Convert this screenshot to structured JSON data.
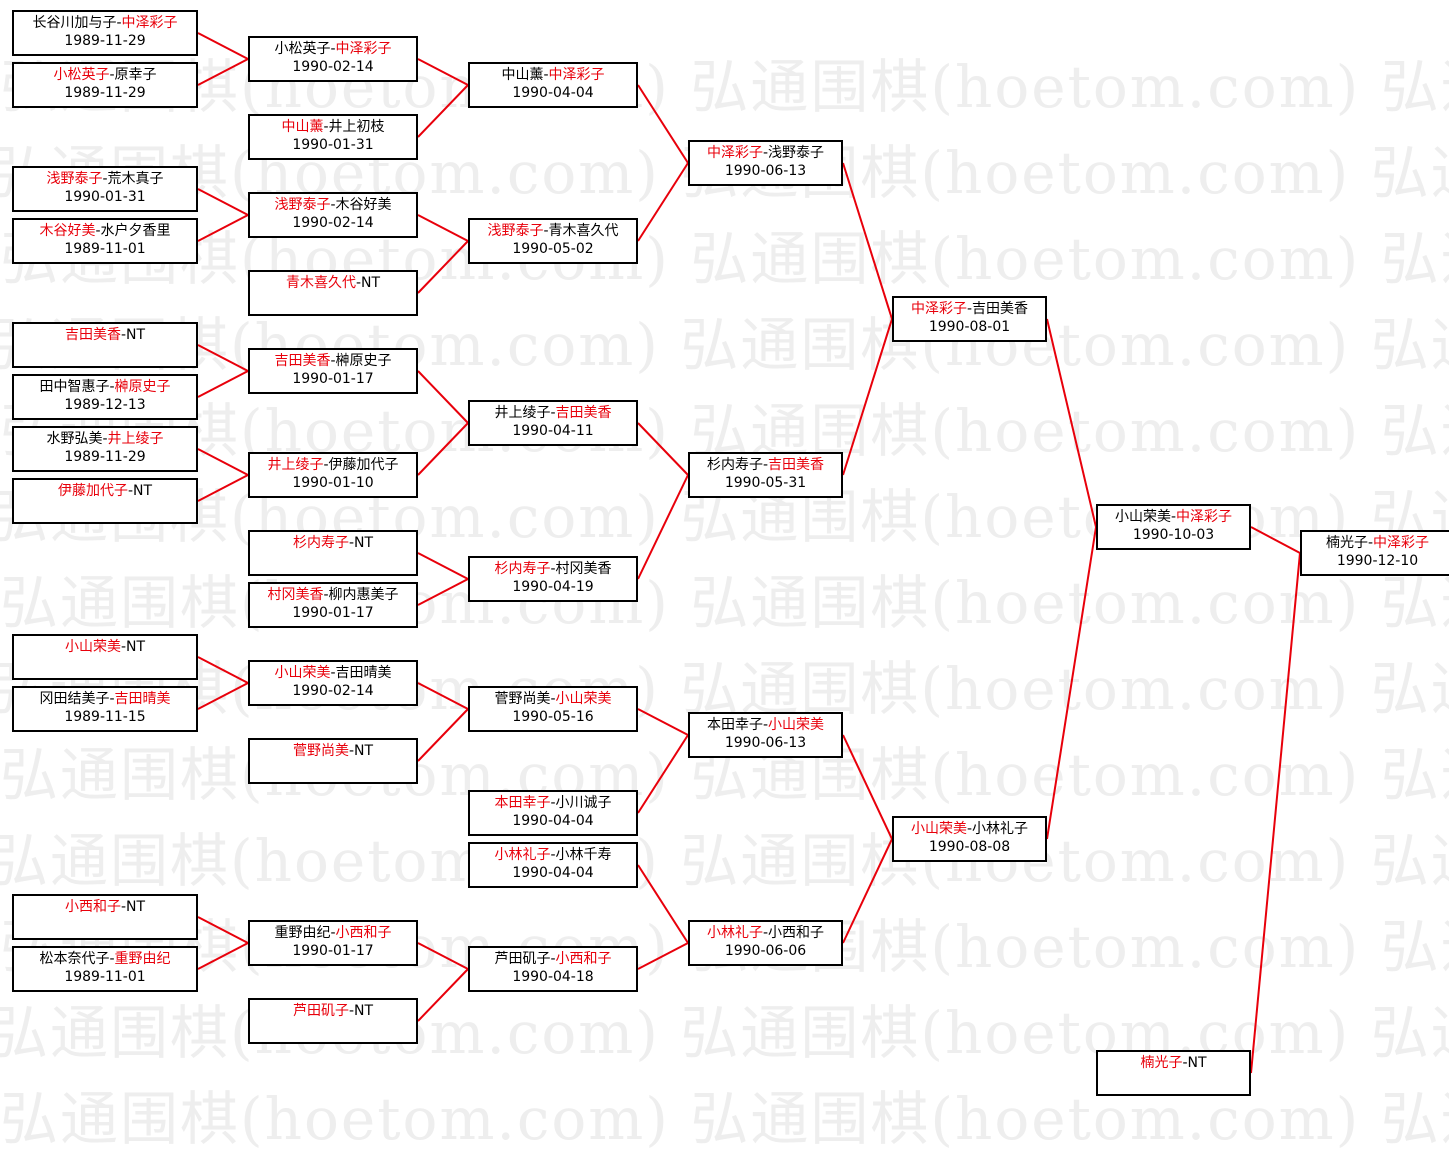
{
  "watermark": "弘通围棋(hoetom.com)",
  "colors": {
    "winner": "#e8000b",
    "line": "#e8000b",
    "border": "#000000"
  },
  "matches": [
    {
      "id": "r1-1",
      "p1": "长谷川加与子",
      "p2": "中泽彩子",
      "winner": 2,
      "date": "1989-11-29"
    },
    {
      "id": "r1-2",
      "p1": "小松英子",
      "p2": "原幸子",
      "winner": 1,
      "date": "1989-11-29"
    },
    {
      "id": "r1-3",
      "p1": "浅野泰子",
      "p2": "荒木真子",
      "winner": 1,
      "date": "1990-01-31"
    },
    {
      "id": "r1-4",
      "p1": "木谷好美",
      "p2": "水户夕香里",
      "winner": 1,
      "date": "1989-11-01"
    },
    {
      "id": "r1-5",
      "p1": "吉田美香",
      "p2": "NT",
      "winner": 1,
      "date": ""
    },
    {
      "id": "r1-6",
      "p1": "田中智惠子",
      "p2": "榊原史子",
      "winner": 2,
      "date": "1989-12-13"
    },
    {
      "id": "r1-7",
      "p1": "水野弘美",
      "p2": "井上绫子",
      "winner": 2,
      "date": "1989-11-29"
    },
    {
      "id": "r1-8",
      "p1": "伊藤加代子",
      "p2": "NT",
      "winner": 1,
      "date": ""
    },
    {
      "id": "r1-9",
      "p1": "小山荣美",
      "p2": "NT",
      "winner": 1,
      "date": ""
    },
    {
      "id": "r1-10",
      "p1": "冈田结美子",
      "p2": "吉田晴美",
      "winner": 2,
      "date": "1989-11-15"
    },
    {
      "id": "r1-11",
      "p1": "小西和子",
      "p2": "NT",
      "winner": 1,
      "date": ""
    },
    {
      "id": "r1-12",
      "p1": "松本奈代子",
      "p2": "重野由纪",
      "winner": 2,
      "date": "1989-11-01"
    },
    {
      "id": "r2-1",
      "p1": "小松英子",
      "p2": "中泽彩子",
      "winner": 2,
      "date": "1990-02-14"
    },
    {
      "id": "r2-2",
      "p1": "中山薰",
      "p2": "井上初枝",
      "winner": 1,
      "date": "1990-01-31"
    },
    {
      "id": "r2-3",
      "p1": "浅野泰子",
      "p2": "木谷好美",
      "winner": 1,
      "date": "1990-02-14"
    },
    {
      "id": "r2-4",
      "p1": "青木喜久代",
      "p2": "NT",
      "winner": 1,
      "date": ""
    },
    {
      "id": "r2-5",
      "p1": "吉田美香",
      "p2": "榊原史子",
      "winner": 1,
      "date": "1990-01-17"
    },
    {
      "id": "r2-6",
      "p1": "井上绫子",
      "p2": "伊藤加代子",
      "winner": 1,
      "date": "1990-01-10"
    },
    {
      "id": "r2-7",
      "p1": "杉内寿子",
      "p2": "NT",
      "winner": 1,
      "date": ""
    },
    {
      "id": "r2-8",
      "p1": "村冈美香",
      "p2": "柳内惠美子",
      "winner": 1,
      "date": "1990-01-17"
    },
    {
      "id": "r2-9",
      "p1": "小山荣美",
      "p2": "吉田晴美",
      "winner": 1,
      "date": "1990-02-14"
    },
    {
      "id": "r2-10",
      "p1": "菅野尚美",
      "p2": "NT",
      "winner": 1,
      "date": ""
    },
    {
      "id": "r2-11",
      "p1": "重野由纪",
      "p2": "小西和子",
      "winner": 2,
      "date": "1990-01-17"
    },
    {
      "id": "r2-12",
      "p1": "芦田矶子",
      "p2": "NT",
      "winner": 1,
      "date": ""
    },
    {
      "id": "r3-1",
      "p1": "中山薰",
      "p2": "中泽彩子",
      "winner": 2,
      "date": "1990-04-04"
    },
    {
      "id": "r3-2",
      "p1": "浅野泰子",
      "p2": "青木喜久代",
      "winner": 1,
      "date": "1990-05-02"
    },
    {
      "id": "r3-3",
      "p1": "井上绫子",
      "p2": "吉田美香",
      "winner": 2,
      "date": "1990-04-11"
    },
    {
      "id": "r3-4",
      "p1": "杉内寿子",
      "p2": "村冈美香",
      "winner": 1,
      "date": "1990-04-19"
    },
    {
      "id": "r3-5",
      "p1": "菅野尚美",
      "p2": "小山荣美",
      "winner": 2,
      "date": "1990-05-16"
    },
    {
      "id": "r3-6",
      "p1": "本田幸子",
      "p2": "小川诚子",
      "winner": 1,
      "date": "1990-04-04"
    },
    {
      "id": "r3-7",
      "p1": "小林礼子",
      "p2": "小林千寿",
      "winner": 1,
      "date": "1990-04-04"
    },
    {
      "id": "r3-8",
      "p1": "芦田矶子",
      "p2": "小西和子",
      "winner": 2,
      "date": "1990-04-18"
    },
    {
      "id": "r4-1",
      "p1": "中泽彩子",
      "p2": "浅野泰子",
      "winner": 1,
      "date": "1990-06-13"
    },
    {
      "id": "r4-2",
      "p1": "杉内寿子",
      "p2": "吉田美香",
      "winner": 2,
      "date": "1990-05-31"
    },
    {
      "id": "r4-3",
      "p1": "本田幸子",
      "p2": "小山荣美",
      "winner": 2,
      "date": "1990-06-13"
    },
    {
      "id": "r4-4",
      "p1": "小林礼子",
      "p2": "小西和子",
      "winner": 1,
      "date": "1990-06-06"
    },
    {
      "id": "r5-1",
      "p1": "中泽彩子",
      "p2": "吉田美香",
      "winner": 1,
      "date": "1990-08-01"
    },
    {
      "id": "r5-2",
      "p1": "小山荣美",
      "p2": "小林礼子",
      "winner": 1,
      "date": "1990-08-08"
    },
    {
      "id": "r6-1",
      "p1": "小山荣美",
      "p2": "中泽彩子",
      "winner": 2,
      "date": "1990-10-03"
    },
    {
      "id": "r6-2",
      "p1": "楠光子",
      "p2": "NT",
      "winner": 1,
      "date": ""
    },
    {
      "id": "r7-1",
      "p1": "楠光子",
      "p2": "中泽彩子",
      "winner": 2,
      "date": "1990-12-10"
    }
  ]
}
